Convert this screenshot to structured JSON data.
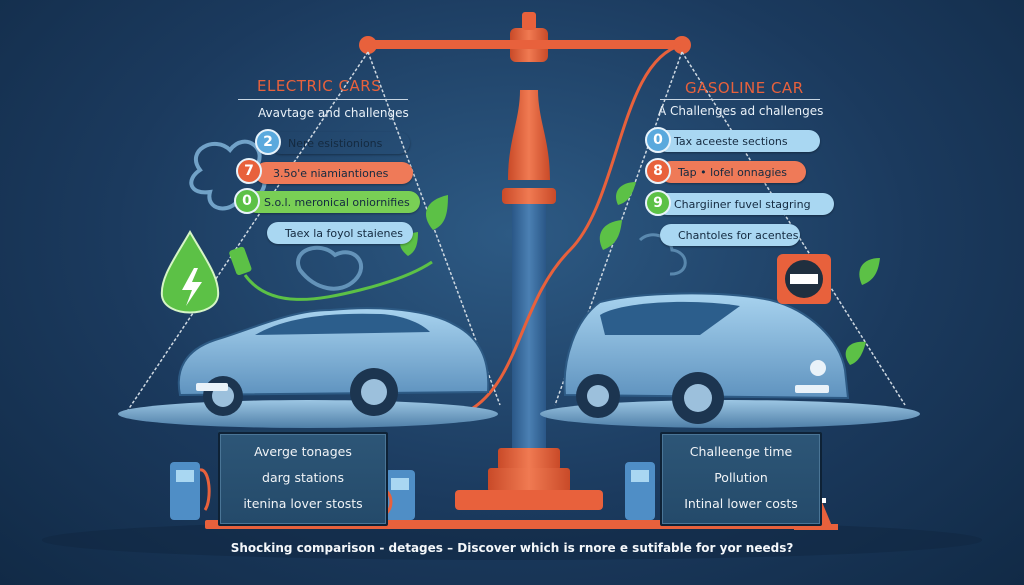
{
  "left": {
    "title": "ELECTRIC CARS",
    "subtitle": "Avavtage and  challenges",
    "items": [
      {
        "badge": "2",
        "text": "Nere esistionions",
        "badge_color": "#5aa9dd",
        "pill_color": "#a9d7f2"
      },
      {
        "badge": "7",
        "text": "3.5o'e niamiantiones",
        "badge_color": "#e8613c",
        "pill_color": "#ef7a58"
      },
      {
        "badge": "0",
        "text": "S.o.l. meronical oniornifies",
        "badge_color": "#5cc146",
        "pill_color": "#79cf55"
      },
      {
        "badge": "",
        "text": "Taex la foyol staienes",
        "badge_color": "",
        "pill_color": "#a9d7f2"
      }
    ],
    "panel_lines": [
      "Averge tonages",
      "darg stations",
      "itenina lover stosts"
    ]
  },
  "right": {
    "title": "GASOLINE CAR",
    "subtitle": "A Challenges ad challenges",
    "items": [
      {
        "badge": "0",
        "text": "Tax aceeste sections",
        "badge_color": "#5aa9dd",
        "pill_color": "#a9d7f2"
      },
      {
        "badge": "8",
        "text": "Tap • lofel onnagies",
        "badge_color": "#e8613c",
        "pill_color": "#ef7a58"
      },
      {
        "badge": "9",
        "text": "Chargiiner fuvel stagring",
        "badge_color": "#5cc146",
        "pill_color": "#a9d7f2"
      },
      {
        "badge": "",
        "text": "Chantoles for acentes",
        "badge_color": "",
        "pill_color": "#a9d7f2"
      }
    ],
    "panel_lines": [
      "Challeenge time",
      "Pollution",
      "Intinal lower costs"
    ]
  },
  "caption": "Shocking comparison - detages  –  Discover which is rnore e sutifable for yor needs?",
  "colors": {
    "accent_orange": "#e8613c",
    "pole_blue": "#3b6e9e",
    "car_blue": "#7fb4dc",
    "leaf_green": "#5cc146",
    "background": "#1b3a5e"
  },
  "icons": [
    "lightning-drop-icon",
    "charging-plug-icon",
    "no-entry-sign-icon",
    "fuel-pump-icon",
    "traffic-cone-icon",
    "leaf-icon",
    "smoke-cloud-icon"
  ]
}
